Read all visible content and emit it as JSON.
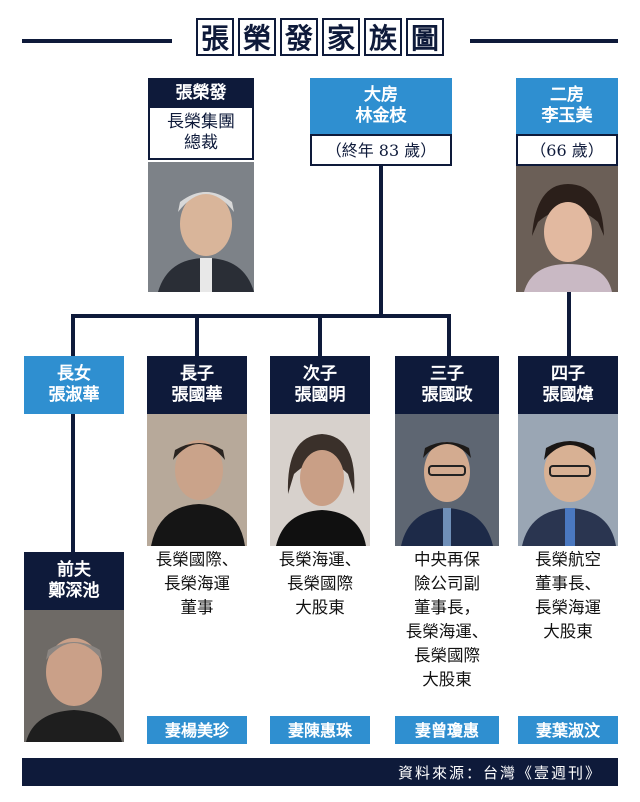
{
  "title_chars": [
    "張",
    "榮",
    "發",
    "家",
    "族",
    "圖"
  ],
  "founder": {
    "name": "張榮發",
    "title_lines": [
      "長榮集團",
      "總裁"
    ]
  },
  "wife1": {
    "label": "大房",
    "name": "林金枝",
    "note": "（終年 83 歲）"
  },
  "wife2": {
    "label": "二房",
    "name": "李玉美",
    "note": "（66 歲）"
  },
  "children": [
    {
      "role": "長女",
      "name": "張淑華"
    },
    {
      "role": "長子",
      "name": "張國華",
      "desc_lines": [
        "長榮國際、",
        "長榮海運",
        "董事"
      ],
      "spouse": "妻楊美珍"
    },
    {
      "role": "次子",
      "name": "張國明",
      "desc_lines": [
        "長榮海運、",
        "長榮國際",
        "大股東"
      ],
      "spouse": "妻陳惠珠"
    },
    {
      "role": "三子",
      "name": "張國政",
      "desc_lines": [
        "中央再保",
        "險公司副",
        "董事長，",
        "長榮海運、",
        "長榮國際",
        "大股東"
      ],
      "spouse": "妻曾瓊惠"
    },
    {
      "role": "四子",
      "name": "張國煒",
      "desc_lines": [
        "長榮航空",
        "董事長、",
        "長榮海運",
        "大股東"
      ],
      "spouse": "妻葉淑汶"
    }
  ],
  "ex_husband": {
    "role": "前夫",
    "name": "鄭深池"
  },
  "source": "資料來源：台灣《壹週刊》",
  "colors": {
    "navy": "#0e1a3a",
    "blue": "#2f8fd0"
  }
}
